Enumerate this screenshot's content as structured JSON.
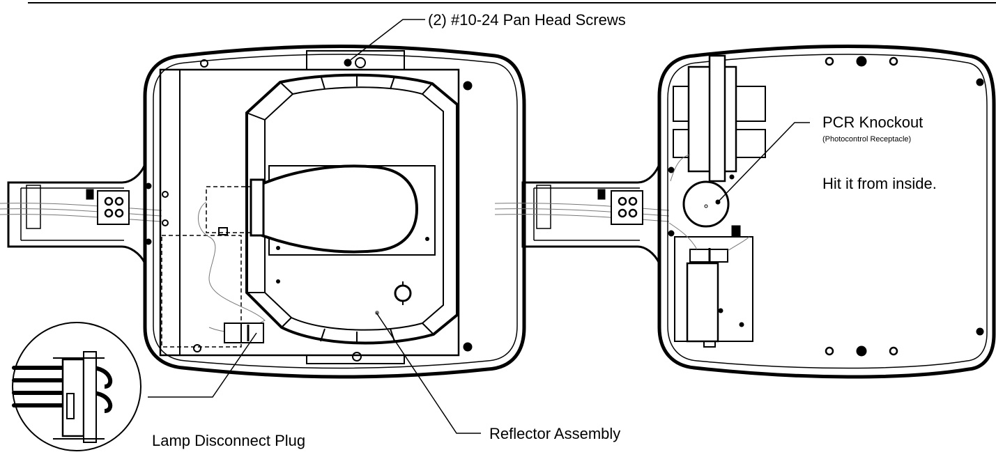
{
  "labels": {
    "screws": "(2) #10-24 Pan Head Screws",
    "pcr_title": "PCR Knockout",
    "pcr_sub": "(Photocontrol Receptacle)",
    "hit": "Hit it from inside.",
    "plug": "Lamp Disconnect Plug",
    "reflector": "Reflector Assembly"
  },
  "colors": {
    "line": "#000000",
    "background": "#ffffff",
    "wire": "#777777"
  }
}
